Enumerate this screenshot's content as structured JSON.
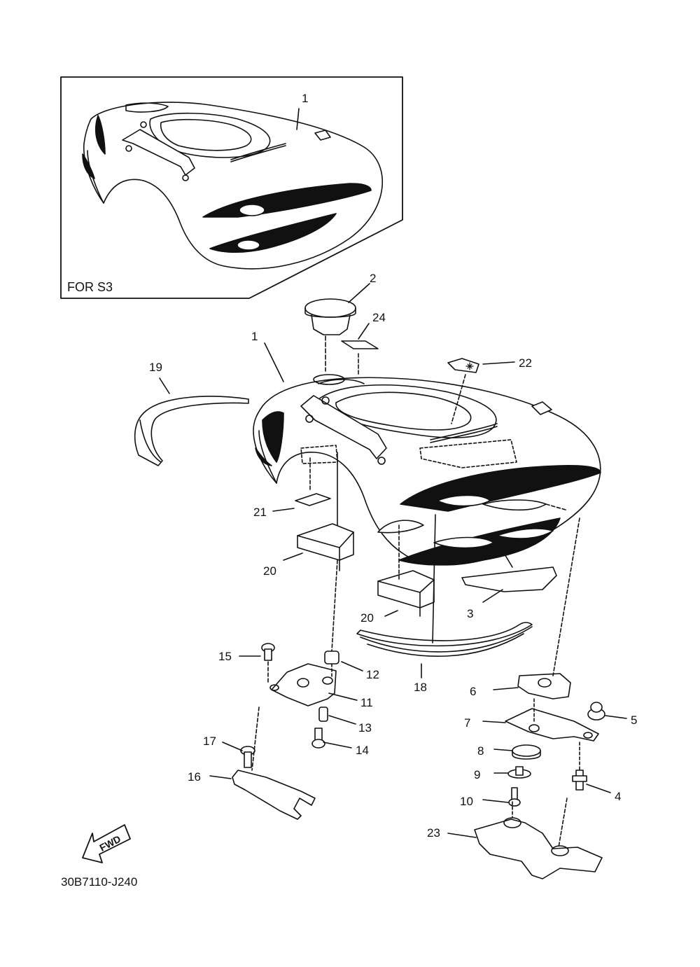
{
  "inset": {
    "caption": "FOR S3"
  },
  "diagram_code": "30B7110-J240",
  "fwd_mark": "FWD",
  "callouts": [
    {
      "id": "inset-1",
      "text": "1"
    },
    {
      "id": "2",
      "text": "2"
    },
    {
      "id": "24",
      "text": "24"
    },
    {
      "id": "1",
      "text": "1"
    },
    {
      "id": "19",
      "text": "19"
    },
    {
      "id": "22",
      "text": "22"
    },
    {
      "id": "21",
      "text": "21"
    },
    {
      "id": "20a",
      "text": "20"
    },
    {
      "id": "20b",
      "text": "20"
    },
    {
      "id": "3",
      "text": "3"
    },
    {
      "id": "15",
      "text": "15"
    },
    {
      "id": "12",
      "text": "12"
    },
    {
      "id": "11",
      "text": "11"
    },
    {
      "id": "13",
      "text": "13"
    },
    {
      "id": "14",
      "text": "14"
    },
    {
      "id": "18",
      "text": "18"
    },
    {
      "id": "6",
      "text": "6"
    },
    {
      "id": "5",
      "text": "5"
    },
    {
      "id": "7",
      "text": "7"
    },
    {
      "id": "8",
      "text": "8"
    },
    {
      "id": "9",
      "text": "9"
    },
    {
      "id": "4",
      "text": "4"
    },
    {
      "id": "10",
      "text": "10"
    },
    {
      "id": "17",
      "text": "17"
    },
    {
      "id": "16",
      "text": "16"
    },
    {
      "id": "23",
      "text": "23"
    }
  ]
}
